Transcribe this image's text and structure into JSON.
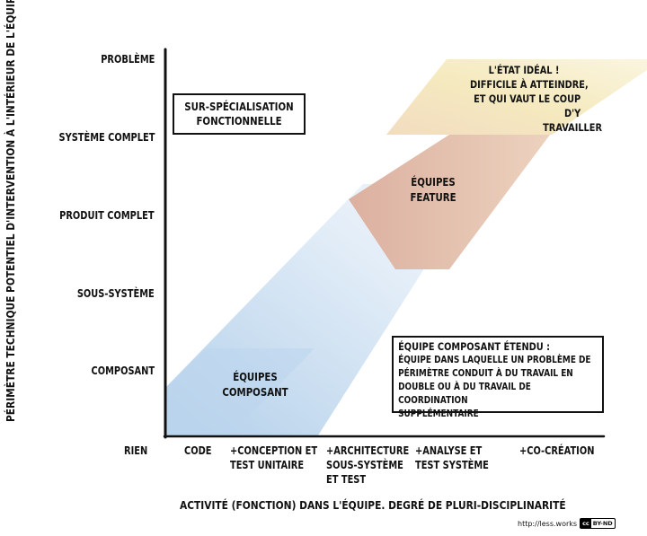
{
  "y_axis": {
    "title": "Périmètre technique potentiel d'intervention à l'intérieur de l'équipe",
    "levels": [
      "Problème",
      "Système complet",
      "Produit complet",
      "Sous-système",
      "Composant"
    ]
  },
  "x_axis": {
    "title": "Activité (fonction) dans l'équipe. Degré de pluri-disciplinarité",
    "levels": [
      "Rien",
      "Code",
      "+Conception et\ntest unitaire",
      "+Architecture\nsous-système\net test",
      "+Analyse et\ntest système",
      "+Co-création"
    ]
  },
  "regions": {
    "component_teams": "Équipes\ncomposant",
    "feature_teams": "Équipes\nfeature"
  },
  "ideal_note": {
    "line1": "L'état idéal !",
    "line2": "Difficile à atteindre,",
    "line3": "et qui vaut le coup d'y",
    "line4": "travailler"
  },
  "over_specialization": "Sur-spécialisation\nfonctionnelle",
  "extended_component": {
    "title": "Équipe composant étendu :",
    "body": "Équipe dans laquelle un problème de\npérimètre conduit à du travail en\ndouble ou à du travail de coordination\nsupplémentaire"
  },
  "footer": {
    "url": "http://less.works",
    "license_cc": "cc",
    "license_type": "BY-ND"
  },
  "colors": {
    "component_band": "#b9d4ec",
    "feature_band": "#e0b8a4",
    "ideal_band": "#f6ebbc",
    "axis": "#111111"
  }
}
